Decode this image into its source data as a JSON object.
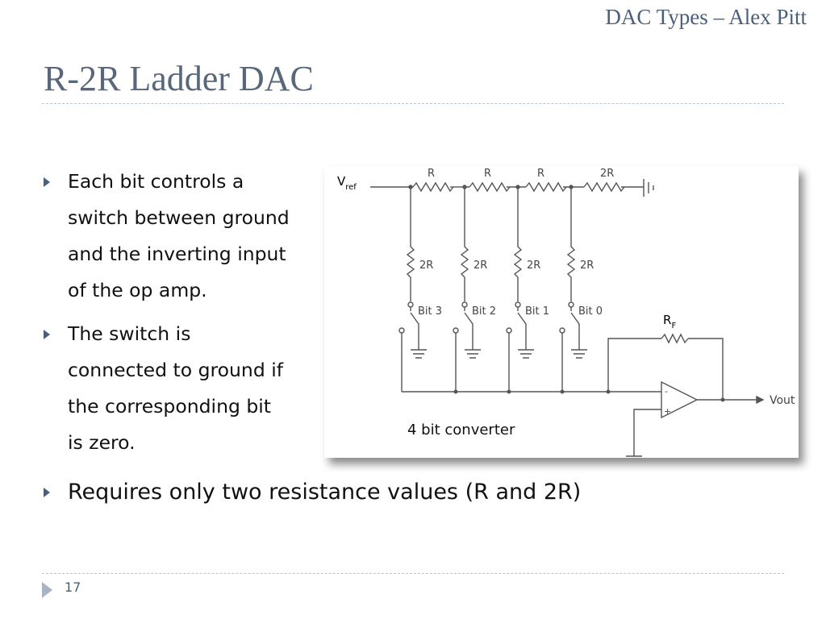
{
  "header": {
    "text": "DAC Types – Alex Pitt"
  },
  "title": "R-2R Ladder DAC",
  "bullets": [
    {
      "text": "Each bit controls a\nswitch between ground\nand the inverting input\nof the op amp."
    },
    {
      "text": "The switch is\nconnected to ground if\nthe corresponding bit\nis zero."
    },
    {
      "text": "Requires only two resistance values (R and 2R)"
    }
  ],
  "diagram": {
    "vref_main": "V",
    "vref_sub": "ref",
    "series_resistors": [
      "R",
      "R",
      "R",
      "2R"
    ],
    "branch_resistors": [
      "2R",
      "2R",
      "2R",
      "2R"
    ],
    "bits": [
      "Bit 3",
      "Bit 2",
      "Bit 1",
      "Bit 0"
    ],
    "rf_main": "R",
    "rf_sub": "F",
    "opamp_minus": "-",
    "opamp_plus": "+",
    "output": "Vout",
    "caption": "4 bit converter"
  },
  "footer": {
    "page_number": "17"
  }
}
